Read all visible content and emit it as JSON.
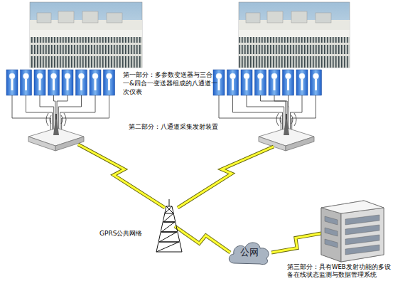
{
  "diagram": {
    "nodes": [
      {
        "text": [
          "GPRS公共网络"
        ]
      },
      {
        "text": [
          "公网"
        ]
      },
      {
        "text": [
          "第三部分：具有WEB发射功能的多设备在线状态监测与数据管理系统"
        ]
      }
    ],
    "edges": [
      {
        "from": 0,
        "to": 1,
        "arrow": "none"
      },
      {
        "from": 1,
        "to": 2,
        "arrow": "none"
      }
    ],
    "labels": [
      "第一部分：多参数变送器与三合一&四合一变送器组成的八通道一次仪表",
      "第二部分：八通道采集发射装置"
    ]
  }
}
